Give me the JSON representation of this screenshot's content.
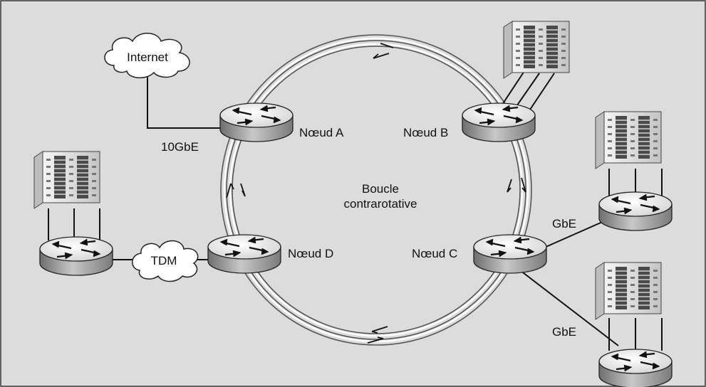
{
  "colors": {
    "background": "#dcdcdc",
    "frame": "#333333",
    "ring": "#555555",
    "router_top": "#f2f2f2",
    "router_side": "#9a9a9a",
    "building_light": "#e6e6e6",
    "building_dark": "#555555",
    "cloud": "#ffffff"
  },
  "ring": {
    "label_line1": "Boucle",
    "label_line2": "contrarotative"
  },
  "nodes": {
    "a": {
      "label": "Nœud A"
    },
    "b": {
      "label": "Nœud B"
    },
    "c": {
      "label": "Nœud C"
    },
    "d": {
      "label": "Nœud D"
    }
  },
  "clouds": {
    "internet": {
      "label": "Internet"
    },
    "tdm": {
      "label": "TDM"
    }
  },
  "links": {
    "internet": {
      "label": "10GbE"
    },
    "gbe_upper": {
      "label": "GbE"
    },
    "gbe_lower": {
      "label": "GbE"
    }
  },
  "icons": {
    "router": "router-icon",
    "building": "building-icon",
    "cloud": "cloud-icon"
  }
}
